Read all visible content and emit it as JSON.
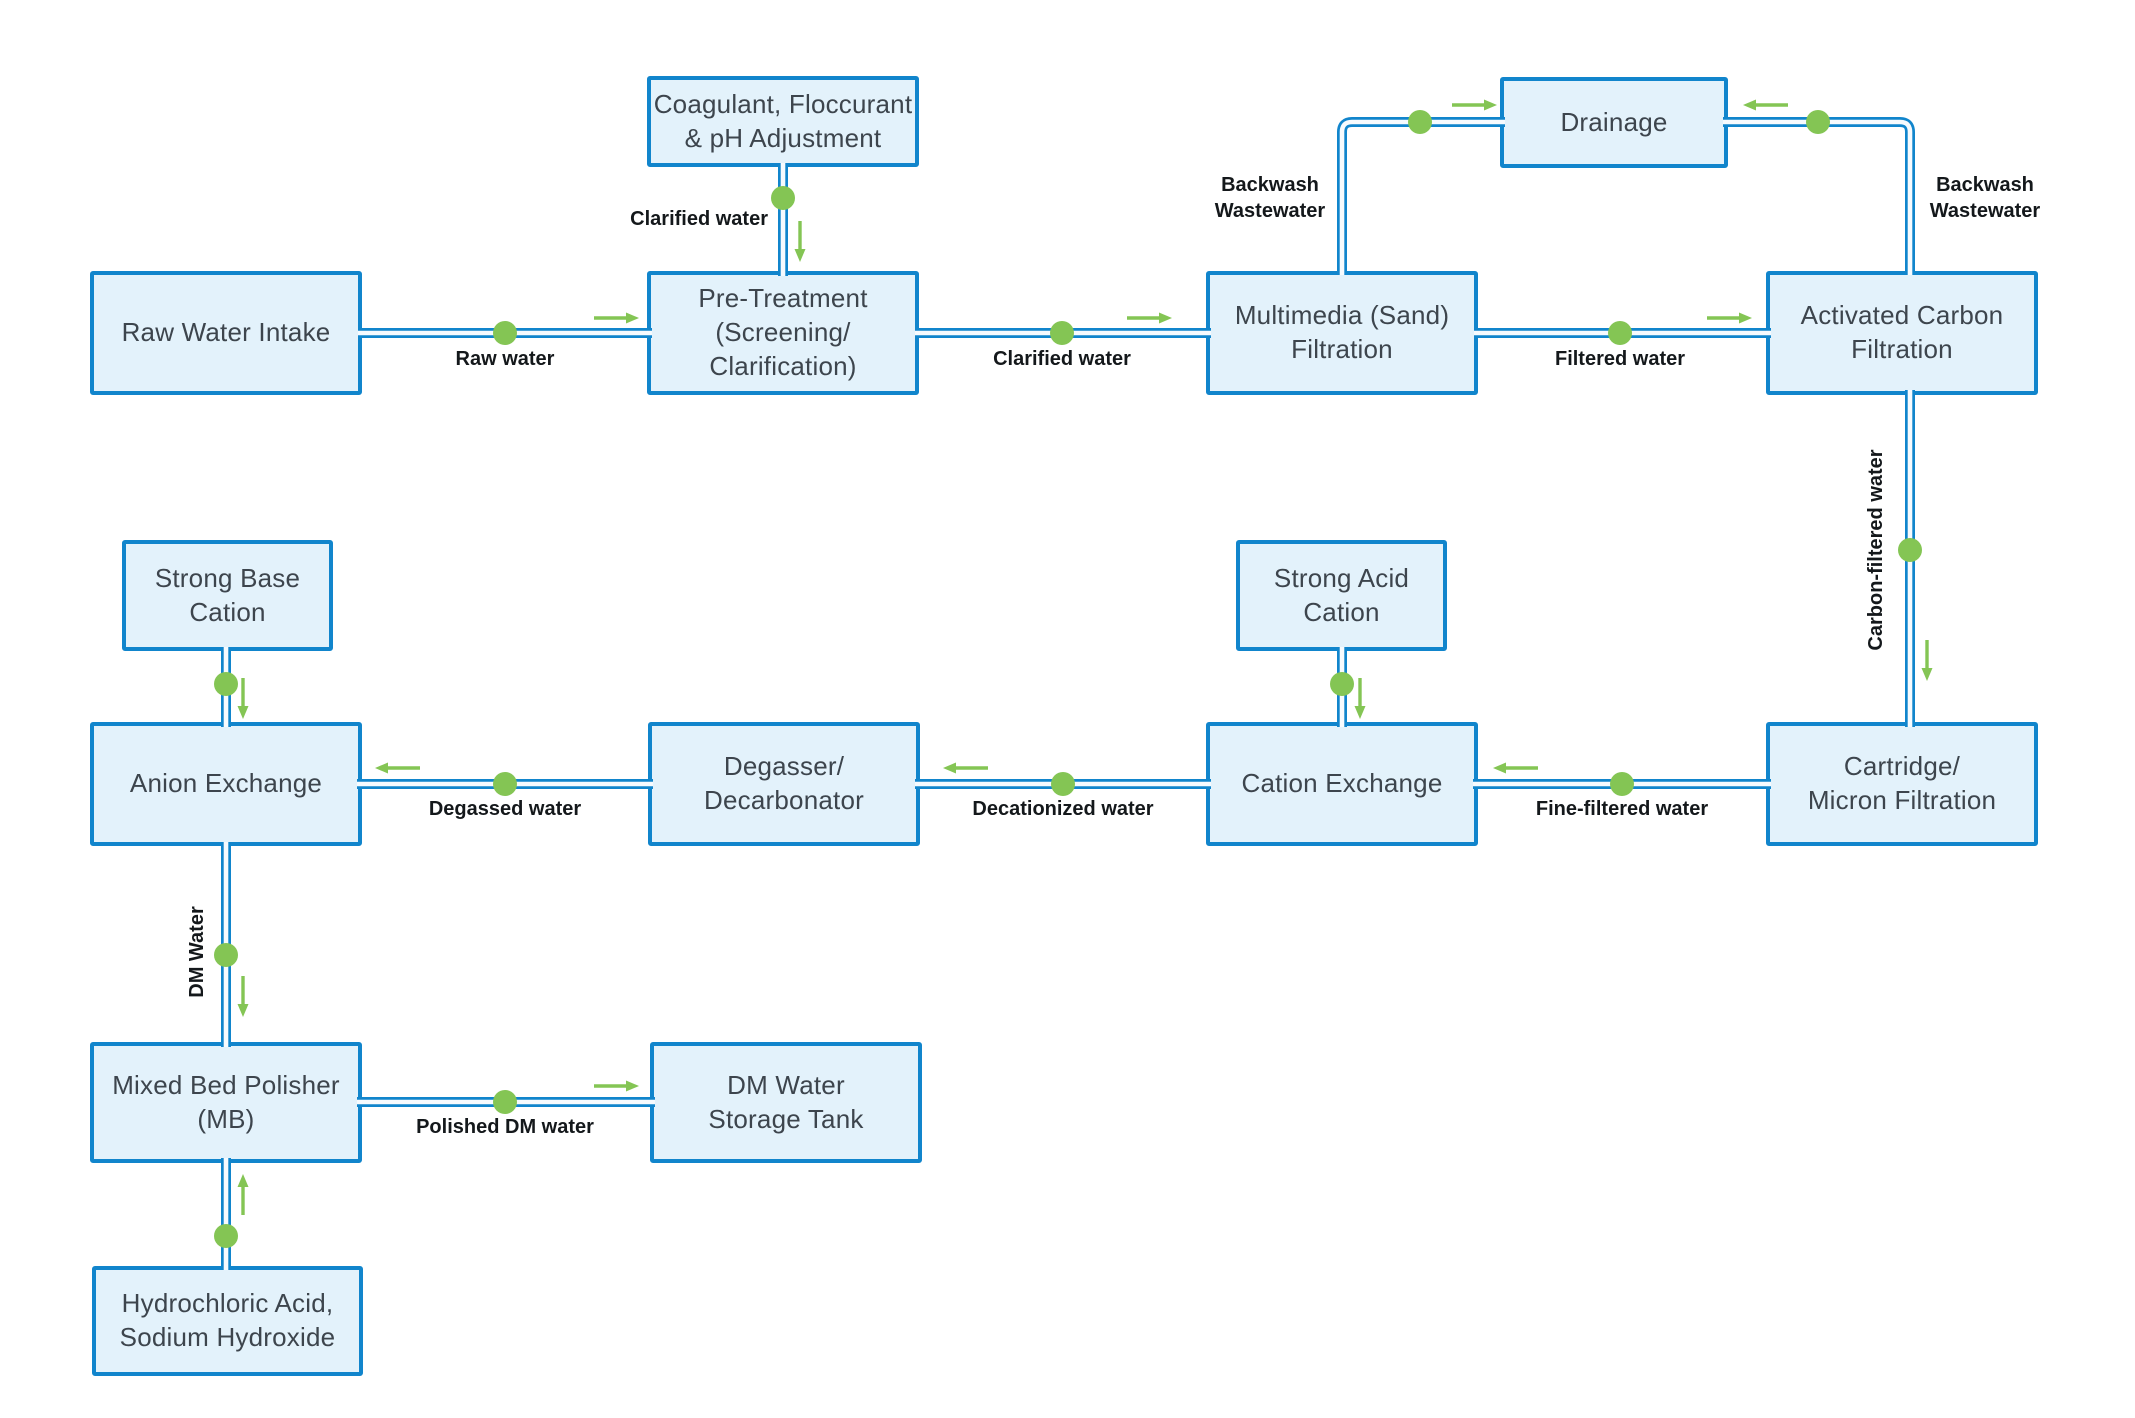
{
  "colors": {
    "box_fill": "#e3f2fb",
    "box_border": "#1185cc",
    "pipe_blue": "#1185cc",
    "pipe_channel": "#f7fbfe",
    "flow_green": "#84c554",
    "box_text": "#3d454d",
    "label_text": "#14181b",
    "background": "#ffffff"
  },
  "boxes": {
    "raw_water_intake": {
      "label": "Raw Water Intake"
    },
    "coagulant": {
      "label": "Coagulant, Floccurant\n& pH Adjustment"
    },
    "pre_treatment": {
      "label": "Pre-Treatment\n(Screening/\nClarification)"
    },
    "multimedia_filtration": {
      "label": "Multimedia (Sand)\nFiltration"
    },
    "drainage": {
      "label": "Drainage"
    },
    "activated_carbon": {
      "label": "Activated Carbon\nFiltration"
    },
    "strong_base_cation": {
      "label": "Strong Base\nCation"
    },
    "strong_acid_cation": {
      "label": "Strong Acid\nCation"
    },
    "anion_exchange": {
      "label": "Anion Exchange"
    },
    "degasser": {
      "label": "Degasser/\nDecarbonator"
    },
    "cation_exchange": {
      "label": "Cation Exchange"
    },
    "cartridge_filtration": {
      "label": "Cartridge/\nMicron Filtration"
    },
    "mixed_bed_polisher": {
      "label": "Mixed Bed Polisher\n(MB)"
    },
    "dm_water_storage": {
      "label": "DM Water\nStorage Tank"
    },
    "chemicals": {
      "label": "Hydrochloric Acid,\nSodium Hydroxide"
    }
  },
  "flow_labels": {
    "raw_water": "Raw water",
    "clarified_water_to_pretreatment": "Clarified water",
    "clarified_water_to_multimedia": "Clarified water",
    "backwash_wastewater_left": "Backwash\nWastewater",
    "backwash_wastewater_right": "Backwash\nWastewater",
    "filtered_water": "Filtered water",
    "carbon_filtered_water": "Carbon-filtered water",
    "fine_filtered_water": "Fine-filtered water",
    "decationized_water": "Decationized water",
    "degassed_water": "Degassed water",
    "dm_water": "DM Water",
    "polished_dm_water": "Polished DM water"
  }
}
